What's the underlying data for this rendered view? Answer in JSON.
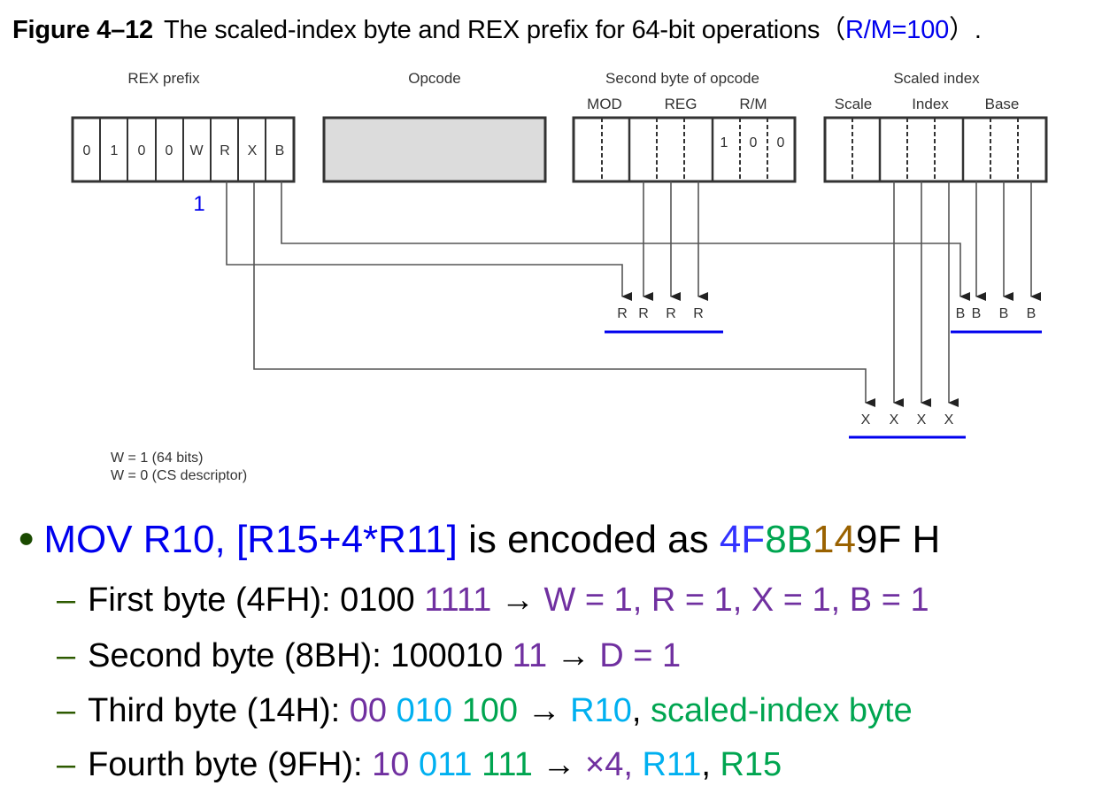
{
  "caption": {
    "figure_label": "Figure 4–12",
    "text": "The scaled-index byte and REX prefix for 64-bit operations",
    "paren_open": "（",
    "highlight": "R/M=100",
    "paren_close": "）."
  },
  "diagram": {
    "rex_prefix": {
      "label": "REX prefix",
      "bits": [
        "0",
        "1",
        "0",
        "0",
        "W",
        "R",
        "X",
        "B"
      ],
      "w_value": "1"
    },
    "opcode": {
      "label": "Opcode"
    },
    "second_byte": {
      "label": "Second byte of opcode",
      "fields": [
        "MOD",
        "REG",
        "R/M"
      ],
      "rm_bits": [
        "1",
        "0",
        "0"
      ]
    },
    "scaled_index": {
      "label": "Scaled index",
      "fields": [
        "Scale",
        "Index",
        "Base"
      ]
    },
    "targets": {
      "r_group": [
        "R",
        "R",
        "R",
        "R"
      ],
      "b_group": [
        "B",
        "B",
        "B",
        "B"
      ],
      "x_group": [
        "X",
        "X",
        "X",
        "X"
      ]
    },
    "notes": [
      "W = 1 (64 bits)",
      "W = 0 (CS descriptor)"
    ],
    "underline_color": "#0000ee"
  },
  "bullets": {
    "main": {
      "instruction": "MOV R10, [R15+4*R11]",
      "middle": " is encoded as ",
      "enc_part1": "4F",
      "enc_part2": "8B",
      "enc_part3": "14",
      "enc_part4": "9F H"
    },
    "first": {
      "dash": "–",
      "prefix": "First byte (4FH): 0100 ",
      "bits": "1111",
      "arrow": " → ",
      "result": " W = 1, R = 1, X = 1, B = 1"
    },
    "second": {
      "dash": "–",
      "prefix": "Second byte (8BH): 100010 ",
      "bits": "11",
      "arrow": " → ",
      "result": "D = 1"
    },
    "third": {
      "dash": "–",
      "prefix": "Third byte (14H): ",
      "bits_a": "00",
      "bits_b": " 010",
      "bits_c": " 100",
      "arrow": " → ",
      "result_a": " R10",
      "comma": ",",
      "result_b": " scaled-index byte"
    },
    "fourth": {
      "dash": "–",
      "prefix": "Fourth byte (9FH): ",
      "bits_a": "10",
      "bits_b": " 011",
      "bits_c": " 111",
      "arrow": " → ",
      "result_a": " ×4,",
      "result_b": " R11",
      "comma": ",",
      "result_c": " R15"
    }
  },
  "colors": {
    "blue": "#0000ee",
    "green": "#00a550",
    "brown": "#9a6200",
    "purple": "#7030a0",
    "cyan": "#00b0f0"
  }
}
